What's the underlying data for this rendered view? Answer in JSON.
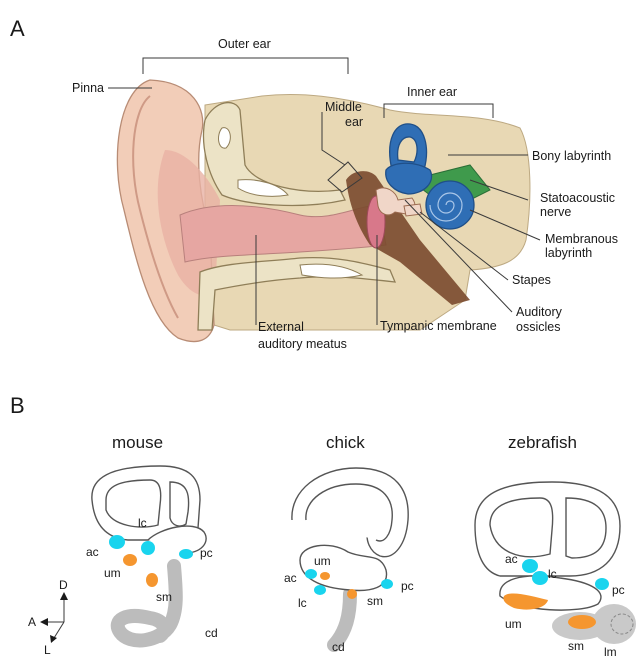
{
  "panel_a": {
    "letter": "A",
    "labels": {
      "outer_ear": "Outer ear",
      "pinna": "Pinna",
      "middle_ear_1": "Middle",
      "middle_ear_2": "ear",
      "inner_ear": "Inner ear",
      "bony_labyrinth": "Bony labyrinth",
      "statoacoustic_1": "Statoacoustic",
      "statoacoustic_2": "nerve",
      "membranous_1": "Membranous",
      "membranous_2": "labyrinth",
      "stapes": "Stapes",
      "auditory_ossicles_1": "Auditory",
      "auditory_ossicles_2": "ossicles",
      "external_meatus_1": "External",
      "external_meatus_2": "auditory meatus",
      "tympanic_membrane": "Tympanic membrane"
    },
    "colors": {
      "skin": "#f2cdb8",
      "canal": "#e6a6a2",
      "bone": "#e8d8b4",
      "cartilage": "#ece3c6",
      "brown": "#7a4a2e",
      "blue": "#2f6eb5",
      "green": "#3f9a4c"
    }
  },
  "panel_b": {
    "letter": "B",
    "mouse": {
      "title": "mouse",
      "labels": {
        "ac": "ac",
        "lc": "lc",
        "pc": "pc",
        "um": "um",
        "sm": "sm",
        "cd": "cd"
      }
    },
    "chick": {
      "title": "chick",
      "labels": {
        "um": "um",
        "ac": "ac",
        "lc": "lc",
        "pc": "pc",
        "sm": "sm",
        "cd": "cd"
      }
    },
    "zebrafish": {
      "title": "zebrafish",
      "labels": {
        "ac": "ac",
        "lc": "lc",
        "pc": "pc",
        "um": "um",
        "sm": "sm",
        "lm": "lm"
      }
    },
    "axes": {
      "d": "D",
      "a": "A",
      "l": "L"
    },
    "colors": {
      "cyan": "#19d4ee",
      "orange": "#f5962f",
      "gray": "#c9c9c9"
    }
  }
}
